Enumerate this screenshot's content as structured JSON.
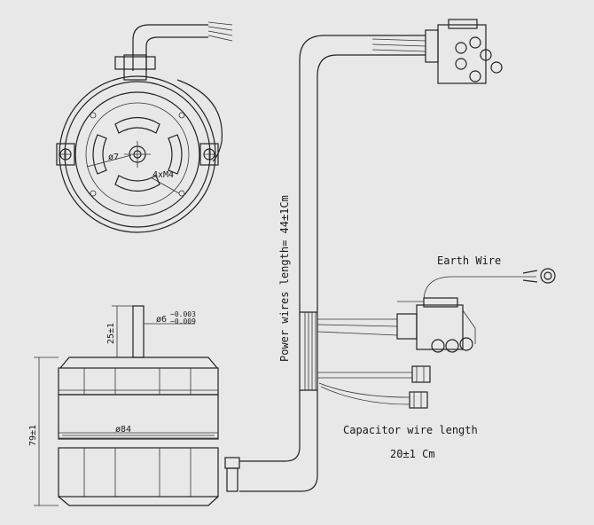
{
  "labels": {
    "power_wires_length": "Power wires length= 44±1Cm",
    "earth_wire": "Earth Wire",
    "capacitor_wire_length": "Capacitor wire length",
    "capacitor_wire_value": "20±1 Cm"
  },
  "dimensions": {
    "shaft_diameter_small": "ø7",
    "mount_holes": "4xM4",
    "shaft_length": "25±1",
    "shaft_tolerance": "ø6",
    "tolerance_upper": "−0.003",
    "tolerance_lower": "−0.009",
    "body_diameter": "ø84",
    "body_height": "79±1"
  }
}
